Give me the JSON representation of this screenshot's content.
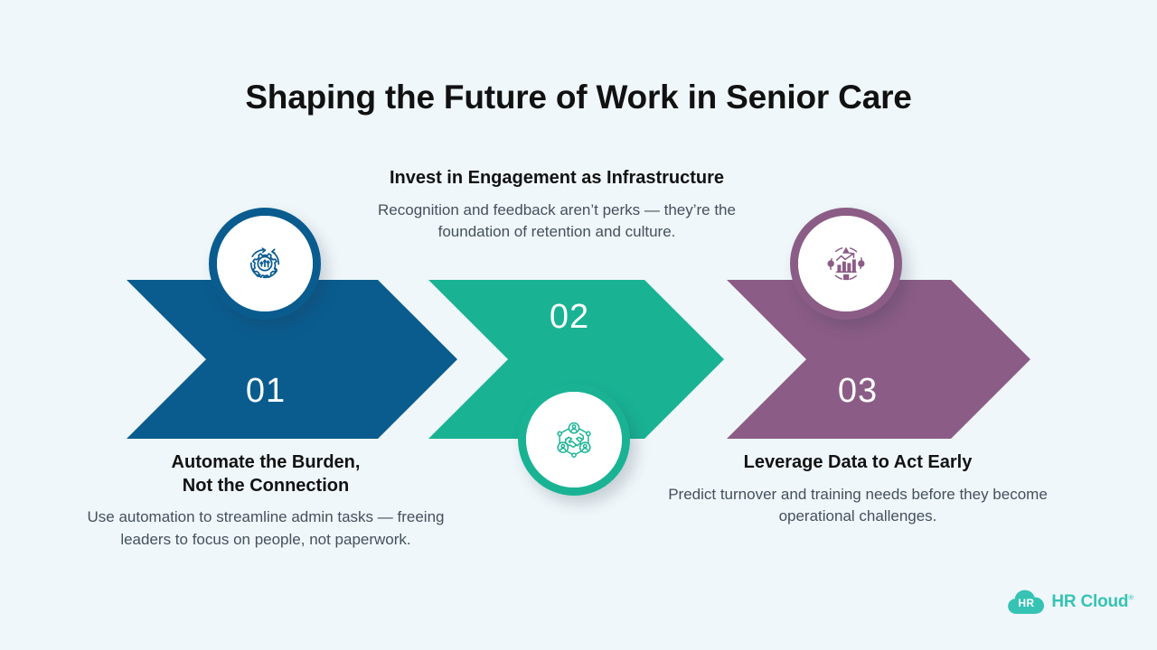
{
  "title": "Shaping the Future of Work in Senior Care",
  "colors": {
    "background": "#eff7fa",
    "step1": "#0a5c8f",
    "step2": "#19b394",
    "step3": "#8b5d86",
    "title_text": "#111111",
    "body_text": "#45505c",
    "logo": "#36c3b4"
  },
  "steps": [
    {
      "number": "01",
      "heading": "Automate the Burden,\nNot the Connection",
      "body": "Use automation to streamline admin tasks — freeing leaders to focus on people, not paperwork.",
      "icon": "gear-cycle-icon",
      "color": "#0a5c8f"
    },
    {
      "number": "02",
      "heading": "Invest in Engagement as Infrastructure",
      "body": "Recognition and feedback aren’t perks — they’re the foundation of retention and culture.",
      "icon": "handshake-network-icon",
      "color": "#19b394"
    },
    {
      "number": "03",
      "heading": "Leverage Data to Act Early",
      "body": "Predict turnover and training needs before they become operational challenges.",
      "icon": "bar-chart-growth-icon",
      "color": "#8b5d86"
    }
  ],
  "logo": {
    "mark_text": "HR",
    "name": "HR Cloud",
    "trademark": "®"
  }
}
